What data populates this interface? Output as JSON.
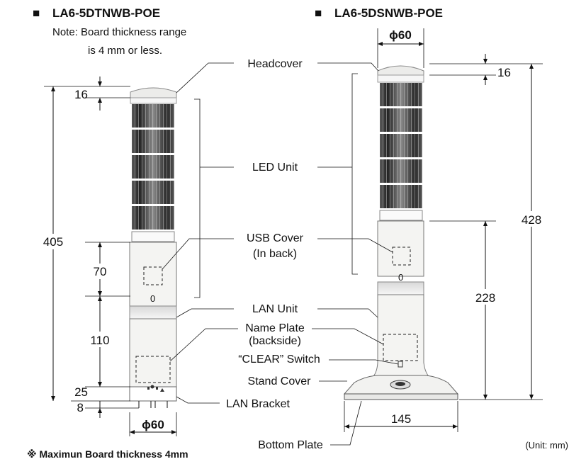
{
  "left_model": {
    "title": "LA6-5DTNWB-POE",
    "note_line1": "Note: Board thickness range",
    "note_line2": "is 4 mm or less.",
    "dims": {
      "h16": "16",
      "h405": "405",
      "h70": "70",
      "h110": "110",
      "h25": "25",
      "h8": "8",
      "dia": "ϕ60"
    },
    "footnote": "※ Maximun Board thickness 4mm"
  },
  "right_model": {
    "title": "LA6-5DSNWB-POE",
    "dims": {
      "dia": "ϕ60",
      "h16": "16",
      "h428": "428",
      "h228": "228",
      "w145": "145"
    }
  },
  "labels": {
    "headcover": "Headcover",
    "led_unit": "LED Unit",
    "usb_cover_1": "USB Cover",
    "usb_cover_2": "(In back)",
    "lan_unit": "LAN Unit",
    "name_plate_1": "Name Plate",
    "name_plate_2": "(backside)",
    "clear_switch": "“CLEAR” Switch",
    "stand_cover": "Stand Cover",
    "lan_bracket": "LAN Bracket",
    "bottom_plate": "Bottom Plate"
  },
  "unit_note": "(Unit: mm)",
  "bullet": "■"
}
